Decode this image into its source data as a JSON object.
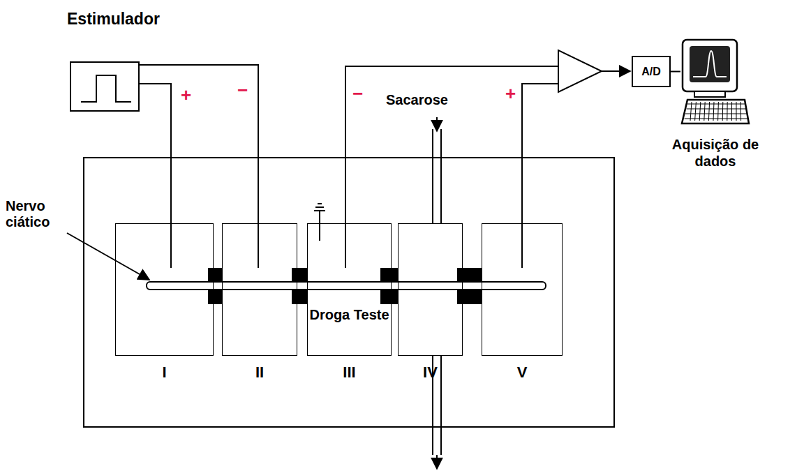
{
  "diagram": {
    "nodes": [
      {
        "text": [
          "Estimulador"
        ]
      },
      {
        "text": [
          "I"
        ]
      },
      {
        "text": [
          "II"
        ]
      },
      {
        "text": [
          "Droga Teste",
          "III"
        ]
      },
      {
        "text": [
          "IV"
        ]
      },
      {
        "text": [
          "V"
        ]
      },
      {
        "text": [
          "A/D"
        ]
      },
      {
        "text": [
          "Aquisição de dados"
        ]
      }
    ],
    "edges": [
      {
        "from": 0,
        "to": 1,
        "arrow": "none",
        "label": "+"
      },
      {
        "from": 0,
        "to": 2,
        "arrow": "none",
        "label": "−"
      },
      {
        "from": 6,
        "to": 7,
        "arrow": "none"
      }
    ],
    "labels": [
      "Nervo ciático",
      "Sacarose",
      "−",
      "+"
    ]
  }
}
